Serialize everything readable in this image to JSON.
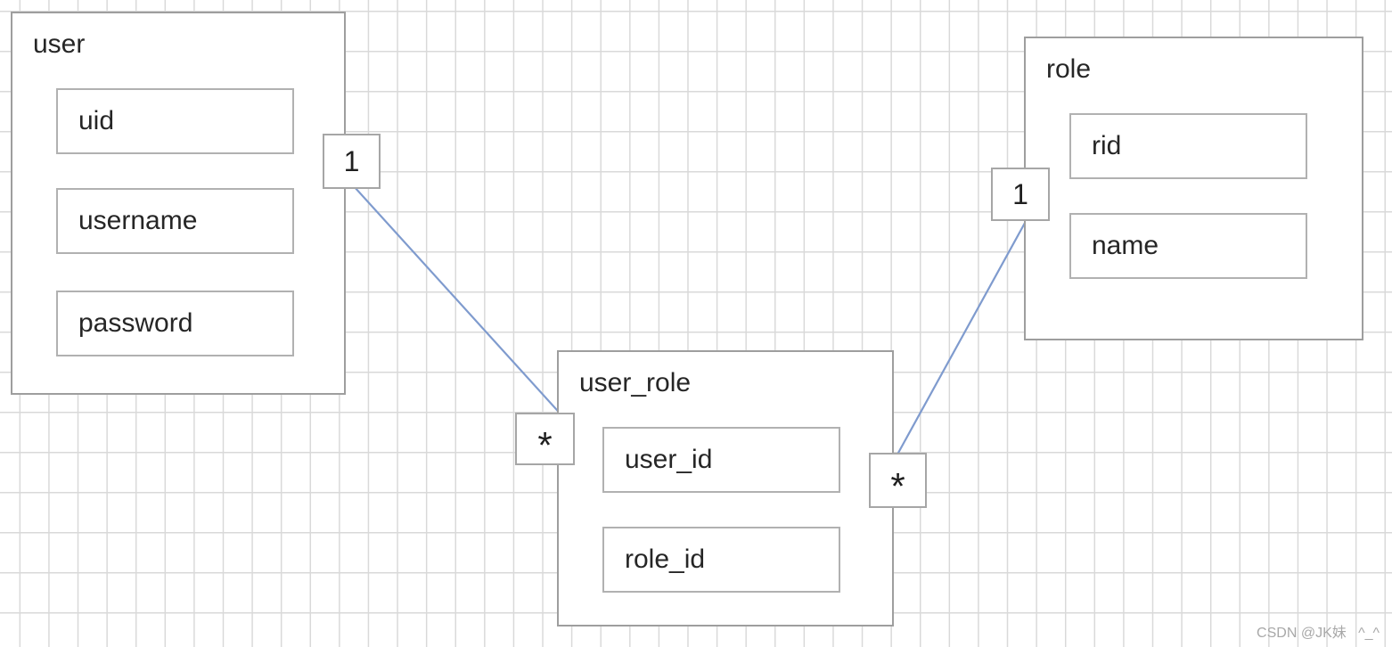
{
  "diagram": {
    "entities": [
      {
        "name": "user",
        "fields": [
          "uid",
          "username",
          "password"
        ]
      },
      {
        "name": "user_role",
        "fields": [
          "user_id",
          "role_id"
        ]
      },
      {
        "name": "role",
        "fields": [
          "rid",
          "name"
        ]
      }
    ],
    "relationships": [
      {
        "from": "user",
        "from_cardinality": "1",
        "to": "user_role",
        "to_cardinality": "*"
      },
      {
        "from": "user_role",
        "from_cardinality": "*",
        "to": "role",
        "to_cardinality": "1"
      }
    ]
  },
  "watermark": {
    "text": "CSDN @JK妹   ^_^"
  },
  "colors": {
    "connector_line": "#7f9bce",
    "grid_line": "#d9d9d9",
    "entity_border": "#9e9e9e",
    "field_border": "#b1b1b1",
    "text": "#262626",
    "watermark_text": "#a8a8a8"
  }
}
